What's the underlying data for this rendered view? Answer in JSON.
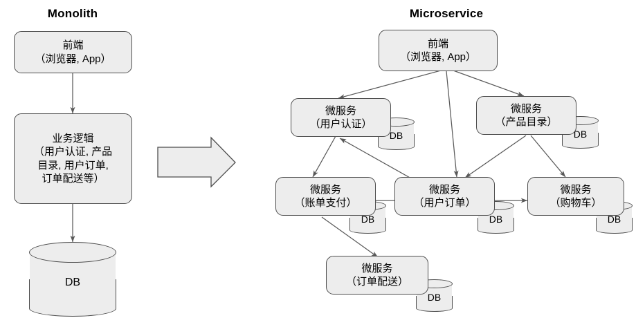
{
  "diagram": {
    "title_left": "Monolith",
    "title_right": "Microservice",
    "db_label": "DB",
    "colors": {
      "node_fill": "#EDEDED",
      "node_stroke": "#4D4D4D",
      "edge_stroke": "#595959",
      "text": "#000000",
      "background": "#FFFFFF"
    }
  },
  "monolith": {
    "title": "Monolith",
    "nodes": {
      "frontend": {
        "line1": "前端",
        "line2": "（浏览器, App）"
      },
      "business_logic": {
        "line1": "业务逻辑",
        "line2": "（用户认证, 产品",
        "line3": "目录, 用户订单,",
        "line4": "订单配送等）"
      },
      "database": {
        "label": "DB"
      }
    },
    "edges": [
      {
        "from": "frontend",
        "to": "business_logic"
      },
      {
        "from": "business_logic",
        "to": "database"
      }
    ]
  },
  "transition": {
    "arrow": "block-arrow-right"
  },
  "microservice": {
    "title": "Microservice",
    "nodes": {
      "frontend": {
        "line1": "前端",
        "line2": "（浏览器, App）",
        "db": "DB",
        "has_db": false
      },
      "user_auth": {
        "line1": "微服务",
        "line2": "（用户认证）",
        "db": "DB",
        "has_db": true
      },
      "product_catalog": {
        "line1": "微服务",
        "line2": "（产品目录）",
        "db": "DB",
        "has_db": true
      },
      "billing_payment": {
        "line1": "微服务",
        "line2": "（账单支付）",
        "db": "DB",
        "has_db": true
      },
      "user_order": {
        "line1": "微服务",
        "line2": "（用户订单）",
        "db": "DB",
        "has_db": true
      },
      "shopping_cart": {
        "line1": "微服务",
        "line2": "（购物车）",
        "db": "DB",
        "has_db": true
      },
      "order_delivery": {
        "line1": "微服务",
        "line2": "（订单配送）",
        "db": "DB",
        "has_db": true
      }
    },
    "edges": [
      {
        "from": "frontend",
        "to": "user_auth"
      },
      {
        "from": "frontend",
        "to": "user_order"
      },
      {
        "from": "frontend",
        "to": "product_catalog"
      },
      {
        "from": "user_auth",
        "to": "billing_payment"
      },
      {
        "from": "user_order",
        "to": "user_auth"
      },
      {
        "from": "product_catalog",
        "to": "user_order"
      },
      {
        "from": "product_catalog",
        "to": "shopping_cart"
      },
      {
        "from": "user_order",
        "to": "billing_payment"
      },
      {
        "from": "user_order",
        "to": "shopping_cart"
      },
      {
        "from": "billing_payment",
        "to": "order_delivery"
      }
    ]
  }
}
